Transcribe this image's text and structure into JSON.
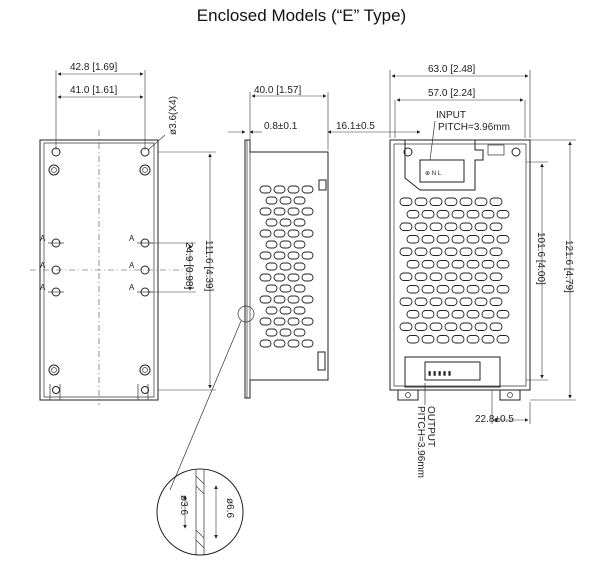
{
  "title": "Enclosed Models (“E” Type)",
  "dimensions": {
    "left_outer_width": "42.8 [1.69]",
    "left_inner_width": "41.0 [1.61]",
    "hole_dia": "ø3.6(X4)",
    "mid_width": "24.9 [0.98]",
    "height_1": "111.6 [4.39]",
    "side_width": "40.0 [1.57]",
    "flange_thickness": "0.8±0.1",
    "input_offset": "16.1±0.5",
    "front_outer_width": "63.0 [2.48]",
    "front_inner_width": "57.0 [2.24]",
    "height_2": "101.6 [4.00]",
    "height_3": "121.6 [4.79]",
    "output_offset": "22.8±0.5",
    "detail_inner": "ø3.6",
    "detail_outer": "ø6.6"
  },
  "labels": {
    "input": "INPUT",
    "input_pitch": "PITCH=3.96mm",
    "output": "OUTPUT",
    "output_pitch": "PITCH=3.96mm",
    "section_a": "A"
  }
}
